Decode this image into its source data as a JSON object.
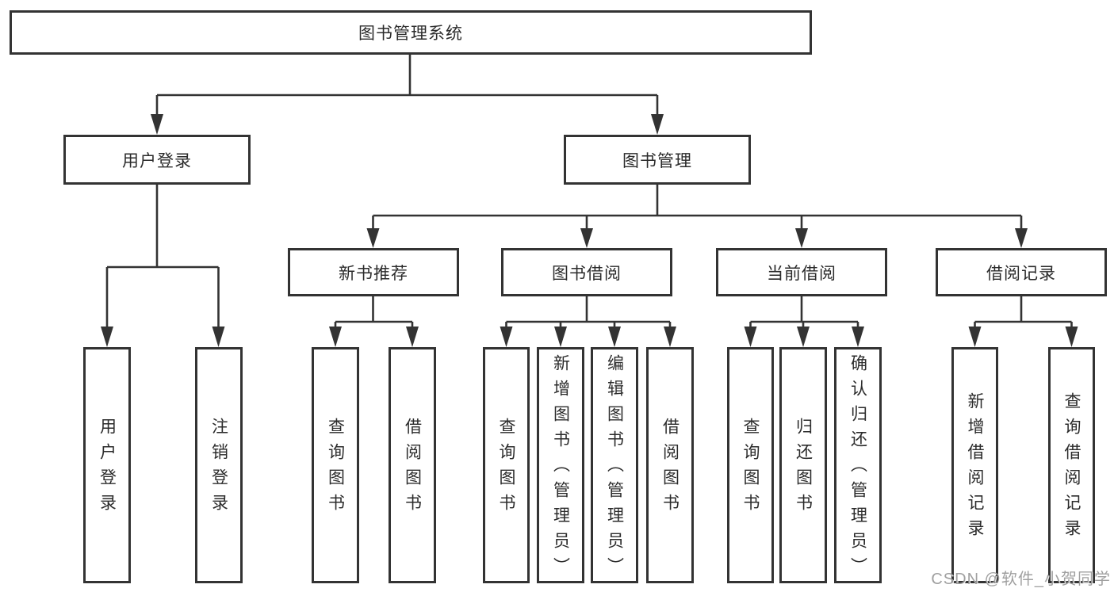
{
  "root": {
    "label": "图书管理系统"
  },
  "level2": [
    {
      "label": "用户登录"
    },
    {
      "label": "图书管理"
    }
  ],
  "level3": [
    {
      "label": "新书推荐"
    },
    {
      "label": "图书借阅"
    },
    {
      "label": "当前借阅"
    },
    {
      "label": "借阅记录"
    }
  ],
  "level4": {
    "user_login_group": [
      "用户登录",
      "注销登录"
    ],
    "new_book_group": [
      "查询图书",
      "借阅图书"
    ],
    "book_borrow_group": [
      "查询图书",
      "新增图书（管理员）",
      "编辑图书（管理员）",
      "借阅图书"
    ],
    "current_borrow_group": [
      "查询图书",
      "归还图书",
      "确认归还（管理员）"
    ],
    "borrow_record_group": [
      "新增借阅记录",
      "查询借阅记录"
    ]
  },
  "watermark": {
    "text": "CSDN @软件_小贺同学"
  },
  "colors": {
    "line": "#333333",
    "box_border": "#333333",
    "text": "#2b2b2b",
    "background": "#ffffff",
    "watermark": "#969696"
  }
}
